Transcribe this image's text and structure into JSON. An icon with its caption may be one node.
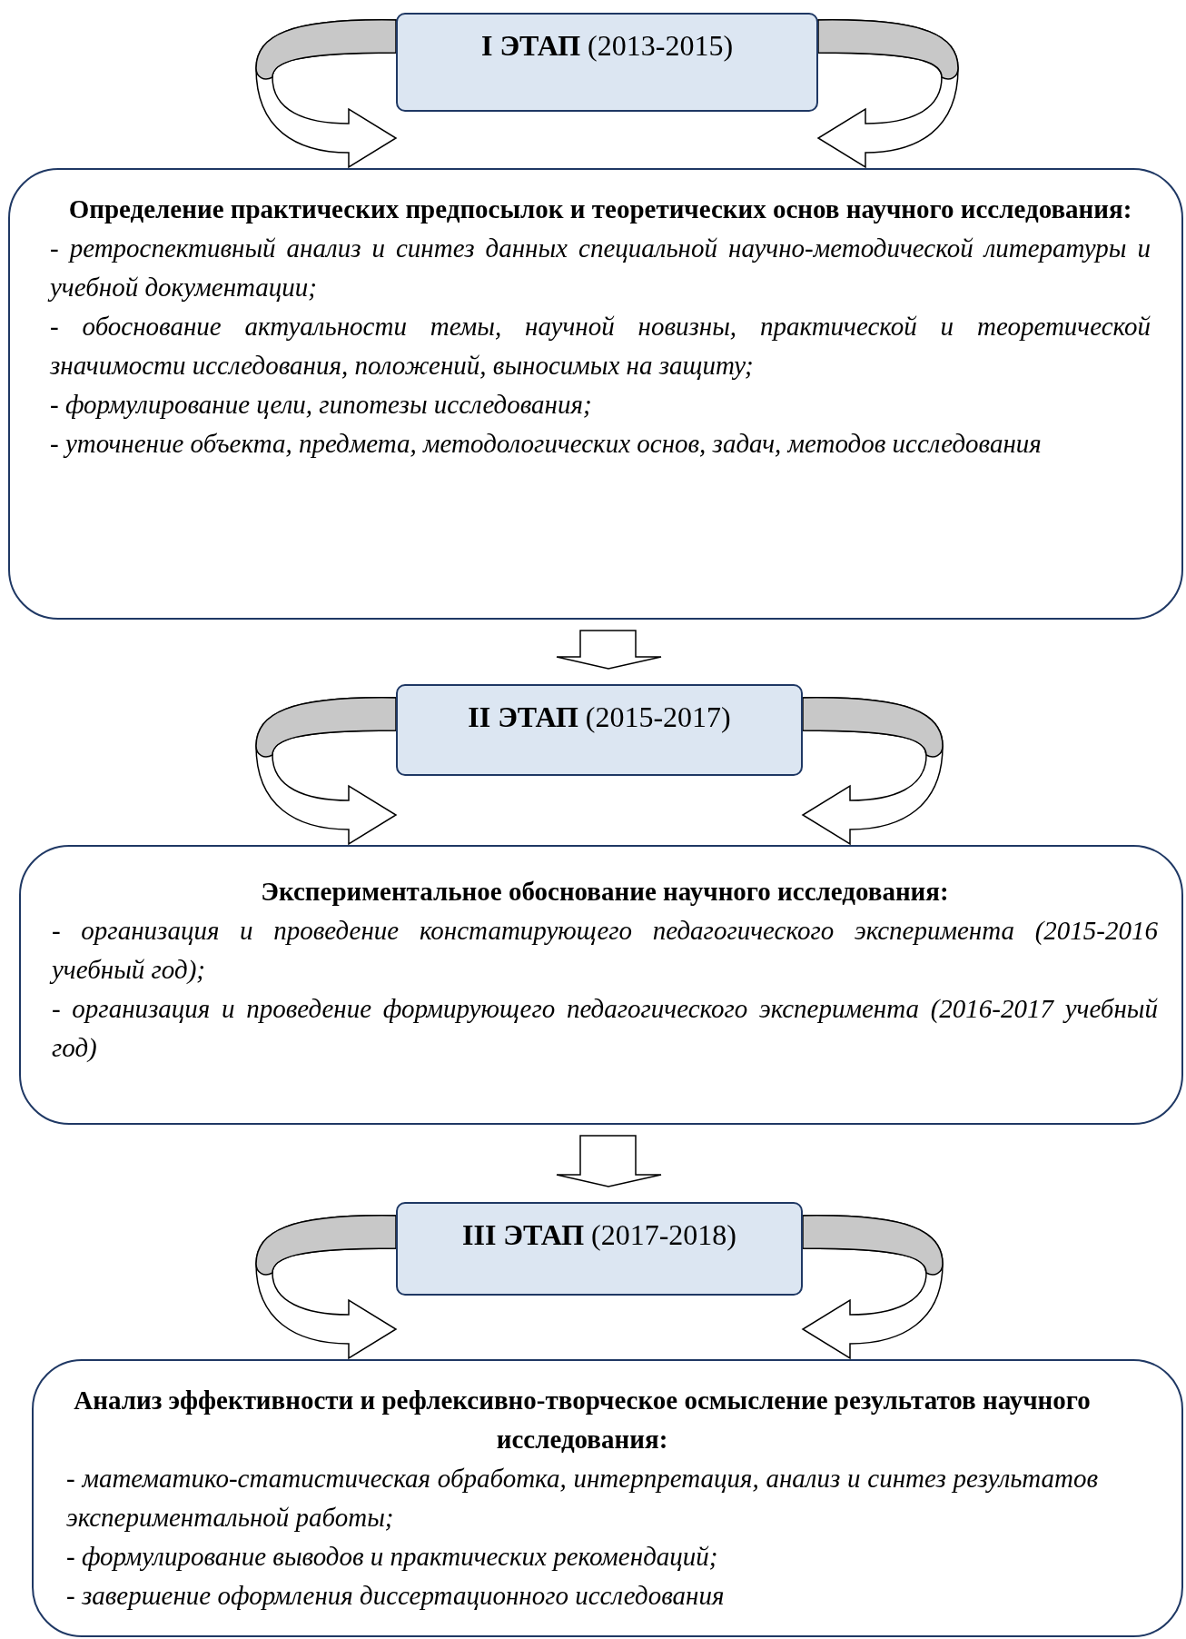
{
  "diagram": {
    "nodes": [
      {
        "text": [
          "**I ЭТАП** (2013-2015)"
        ]
      },
      {
        "text": [
          "Определение практических предпосылок и теоретических основ научного исследования:",
          "- ретроспективный анализ и синтез данных специальной научно-методической литературы и учебной документации;",
          "- обоснование актуальности темы, научной новизны, практической и теоретической значимости исследования, положений, выносимых на защиту;",
          "- формулирование цели, гипотезы исследования;",
          "- уточнение объекта, предмета, методологических основ, задач, методов исследования"
        ]
      },
      {
        "text": [
          "**II ЭТАП** (2015-2017)"
        ]
      },
      {
        "text": [
          "Экспериментальное обоснование научного исследования:",
          "- организация и проведение констатирующего педагогического эксперимента (2015-2016 учебный год);",
          "- организация и проведение формирующего педагогического эксперимента (2016-2017 учебный год)"
        ]
      },
      {
        "text": [
          "**III ЭТАП** (2017-2018)"
        ]
      },
      {
        "text": [
          "Анализ эффективности и рефлексивно-творческое осмысление результатов научного исследования:",
          "- математико-статистическая обработка, интерпретация, анализ  и синтез результатов экспериментальной работы;",
          "- формулирование выводов и практических рекомендаций;",
          "- завершение оформления диссертационного исследования"
        ]
      }
    ],
    "edges": [
      {
        "from": 0,
        "to": 1,
        "arrow": "to"
      },
      {
        "from": 0,
        "to": 1,
        "arrow": "to"
      },
      {
        "from": 1,
        "to": 2,
        "arrow": "to"
      },
      {
        "from": 2,
        "to": 3,
        "arrow": "to"
      },
      {
        "from": 2,
        "to": 3,
        "arrow": "to"
      },
      {
        "from": 3,
        "to": 4,
        "arrow": "to"
      },
      {
        "from": 4,
        "to": 5,
        "arrow": "to"
      },
      {
        "from": 4,
        "to": 5,
        "arrow": "to"
      }
    ]
  }
}
